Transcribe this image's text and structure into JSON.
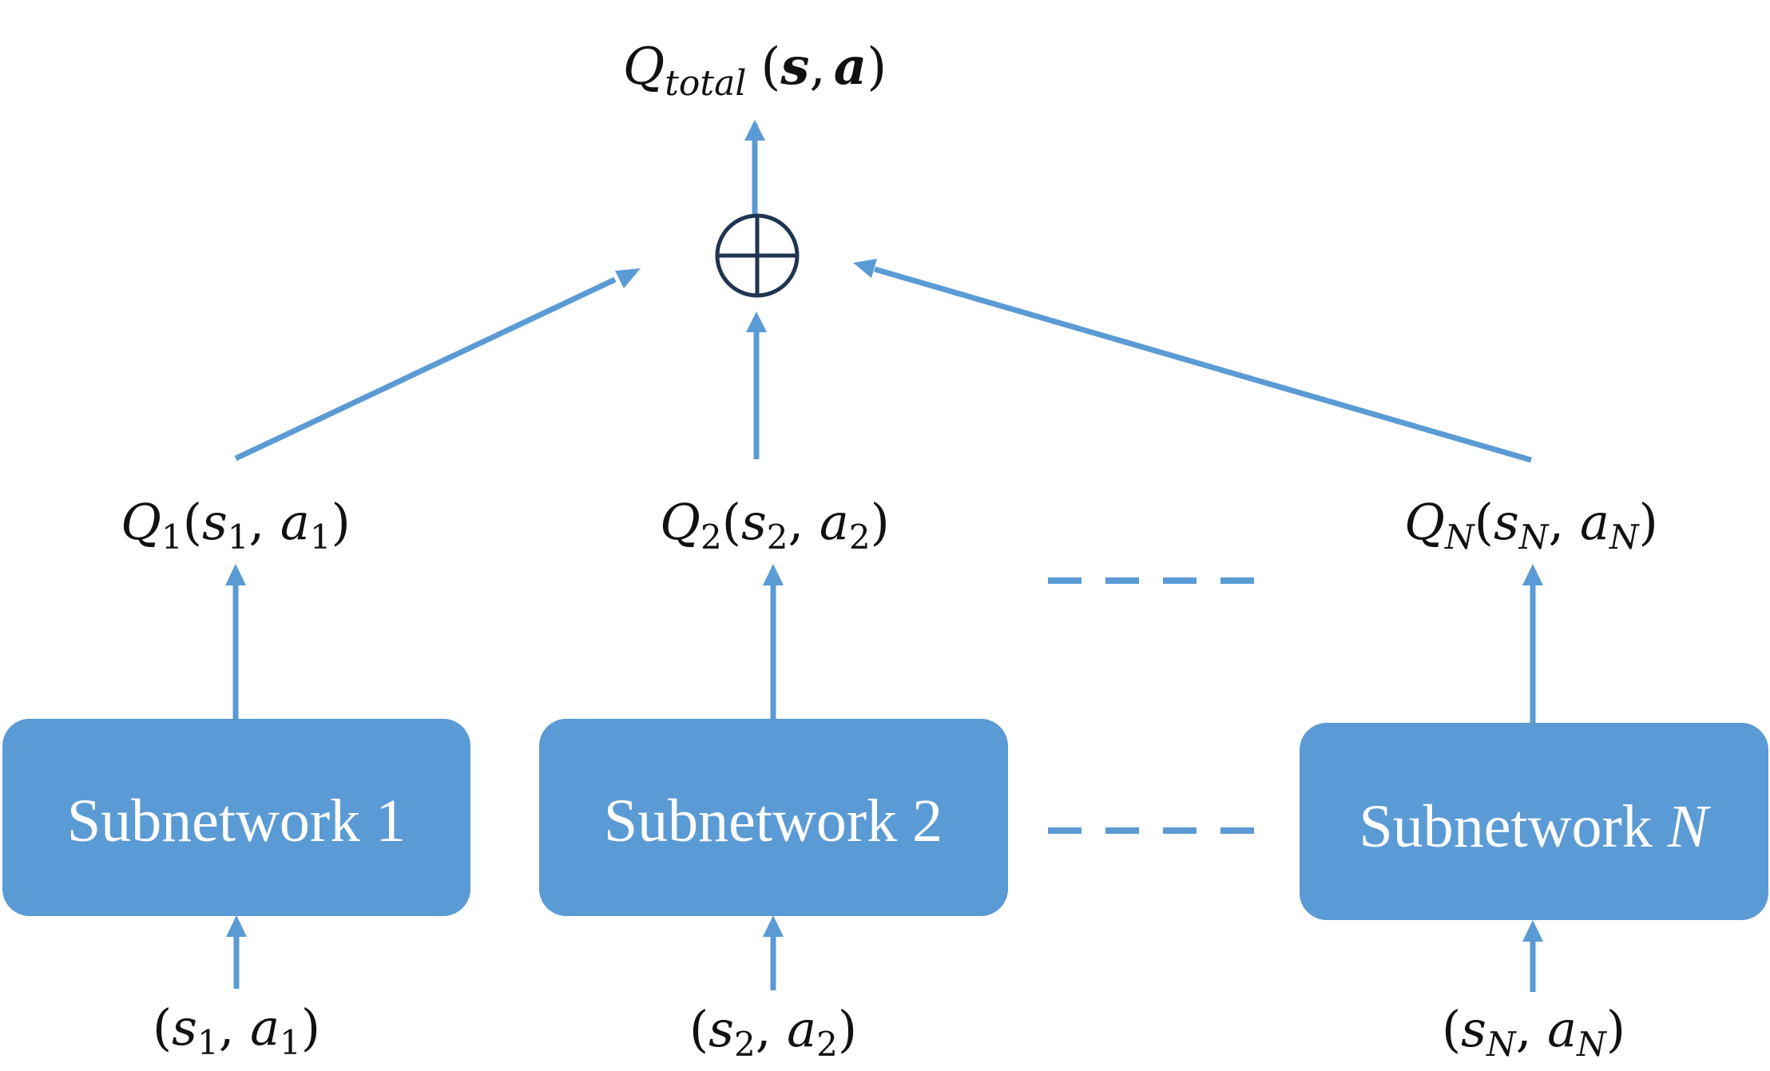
{
  "colors": {
    "arrow": "#5B9BD5",
    "box_fill": "#5B9BD5",
    "box_text": "#FFFFFF",
    "sum_symbol": "#1F3550",
    "math_text": "#111111"
  },
  "output": {
    "label_q": "Q",
    "label_sub": "total",
    "label_args_open": "(",
    "label_s": "s",
    "label_comma": ",",
    "label_a": "a",
    "label_args_close": ")"
  },
  "sum_node": {
    "icon": "circled-plus-icon"
  },
  "subnetworks": [
    {
      "box_label": "Subnetwork 1",
      "box_label_main": "Subnetwork ",
      "box_label_index": "1",
      "q_sub": "1",
      "s_sub": "1",
      "a_sub": "1"
    },
    {
      "box_label": "Subnetwork 2",
      "box_label_main": "Subnetwork ",
      "box_label_index": "2",
      "q_sub": "2",
      "s_sub": "2",
      "a_sub": "2"
    },
    {
      "box_label": "Subnetwork N",
      "box_label_main": "Subnetwork ",
      "box_label_index": "N",
      "q_sub": "N",
      "s_sub": "N",
      "a_sub": "N"
    }
  ],
  "symbols": {
    "q": "Q",
    "s": "s",
    "a": "a",
    "open": "(",
    "comma": ", ",
    "close": ")"
  }
}
